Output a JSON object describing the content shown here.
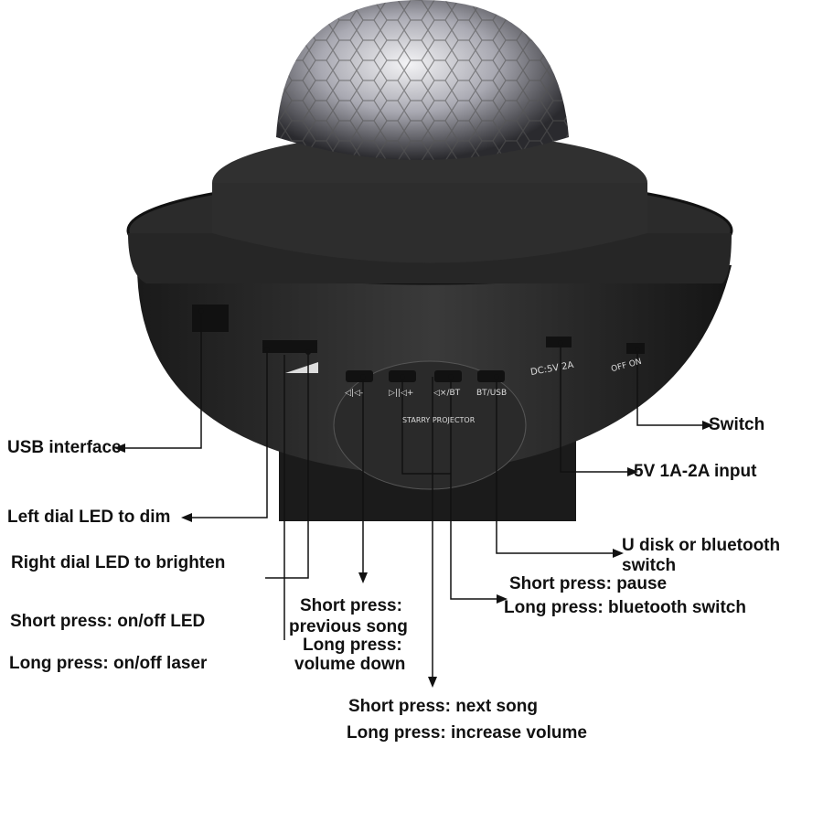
{
  "device": {
    "power_label": "DC:5V 2A",
    "switch_label": "OFF ON",
    "logo_text": "STARRY PROJECTOR",
    "button_icons": [
      "prev-volume-down-icon",
      "play-pause-icon",
      "mute-bt-icon",
      "bt-usb-icon"
    ],
    "button_captions": [
      "◁|◁-",
      "▷||◁+",
      "◁×/BT",
      "BT/USB"
    ]
  },
  "labels": {
    "usb": "USB interface",
    "switch": "Switch",
    "input": "5V 1A-2A input",
    "left_dial": "Left dial LED to dim",
    "right_dial": "Right dial LED to brighten",
    "udisk_1": "U disk or bluetooth",
    "udisk_2": "switch",
    "pause_short": "Short press: pause",
    "pause_long": "Long press: bluetooth switch",
    "led_short": "Short press: on/off LED",
    "led_long": "Long press: on/off laser",
    "prev_short_1": "Short press:",
    "prev_short_2": "previous song",
    "prev_long_1": "Long press:",
    "prev_long_2": "volume down",
    "next_short": "Short press: next song",
    "next_long": "Long press: increase volume"
  }
}
